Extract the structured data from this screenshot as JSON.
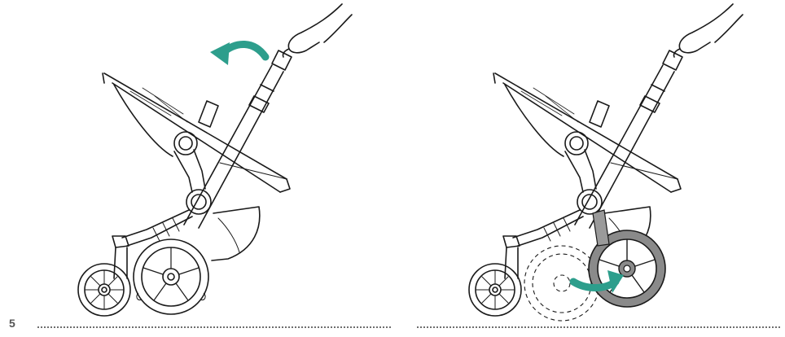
{
  "step": {
    "number": "5"
  },
  "colors": {
    "arrow": "#2d9e8c",
    "line": "#1a1a1a",
    "wheel_fill": "#8a8a8a",
    "separator": "#6f6f6f"
  },
  "panels": [
    {
      "id": "panel-left",
      "description_icon": "rotate-handlebar-arrow-icon"
    },
    {
      "id": "panel-right",
      "description_icon": "rotate-wheel-arrow-icon"
    }
  ]
}
